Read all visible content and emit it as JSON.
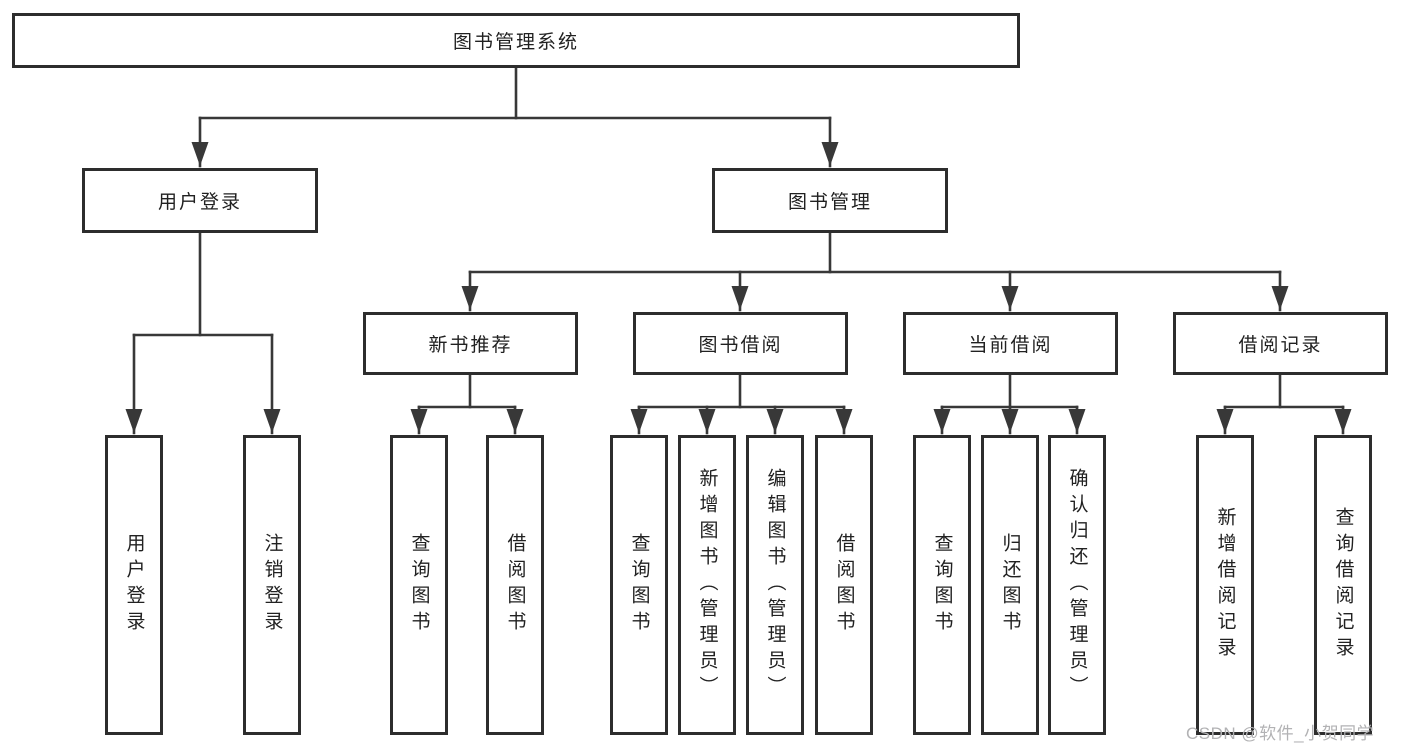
{
  "diagram": {
    "title": "图书管理系统",
    "root": {
      "label": "图书管理系统"
    },
    "level2": [
      {
        "id": "user-login",
        "label": "用户登录"
      },
      {
        "id": "book-management",
        "label": "图书管理"
      }
    ],
    "level3": [
      {
        "id": "new-book-recommend",
        "label": "新书推荐",
        "parent": "book-management"
      },
      {
        "id": "book-borrowing",
        "label": "图书借阅",
        "parent": "book-management"
      },
      {
        "id": "current-borrowing",
        "label": "当前借阅",
        "parent": "book-management"
      },
      {
        "id": "borrowing-records",
        "label": "借阅记录",
        "parent": "book-management"
      }
    ],
    "leaves": [
      {
        "id": "user-login-leaf",
        "label": "用户登录",
        "parent": "user-login"
      },
      {
        "id": "logout",
        "label": "注销登录",
        "parent": "user-login"
      },
      {
        "id": "query-books-recommend",
        "label": "查询图书",
        "parent": "new-book-recommend"
      },
      {
        "id": "borrow-books-recommend",
        "label": "借阅图书",
        "parent": "new-book-recommend"
      },
      {
        "id": "query-books-borrowing",
        "label": "查询图书",
        "parent": "book-borrowing"
      },
      {
        "id": "add-books-admin",
        "label": "新增图书（管理员）",
        "parent": "book-borrowing"
      },
      {
        "id": "edit-books-admin",
        "label": "编辑图书（管理员）",
        "parent": "book-borrowing"
      },
      {
        "id": "borrow-books",
        "label": "借阅图书",
        "parent": "book-borrowing"
      },
      {
        "id": "query-books-current",
        "label": "查询图书",
        "parent": "current-borrowing"
      },
      {
        "id": "return-books",
        "label": "归还图书",
        "parent": "current-borrowing"
      },
      {
        "id": "confirm-return-admin",
        "label": "确认归还（管理员）",
        "parent": "current-borrowing"
      },
      {
        "id": "add-borrow-record",
        "label": "新增借阅记录",
        "parent": "borrowing-records"
      },
      {
        "id": "query-borrow-record",
        "label": "查询借阅记录",
        "parent": "borrowing-records"
      }
    ]
  },
  "watermark": {
    "text": "CSDN @软件_小贺同学",
    "color": "#b2b2b4"
  },
  "colors": {
    "background": "#ffffff",
    "box_border": "#2d2d2d",
    "connector_line": "#383838",
    "text": "#212121"
  }
}
